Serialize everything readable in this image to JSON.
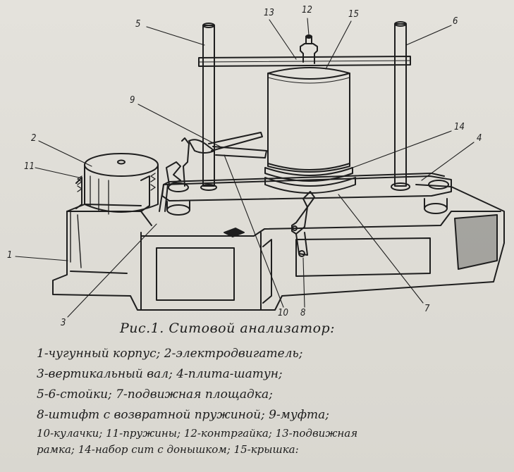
{
  "figure": {
    "callouts": [
      "1",
      "2",
      "3",
      "4",
      "5",
      "6",
      "7",
      "8",
      "9",
      "10",
      "11",
      "12",
      "13",
      "14",
      "15"
    ],
    "title": "Рис.1. Ситовой анализатор:",
    "legend_lines": [
      "1-чугунный корпус;   2-электродвигатель;",
      "3-вертикальный вал;  4-плита-шатун;",
      "5-6-стойки;  7-подвижная площадка;",
      "8-штифт с возвратной пружиной; 9-муфта;",
      "10-кулачки;  11-пружины; 12-контргайка; 13-подвижная",
      "рамка;  14-набор сит с донышком; 15-крышка:"
    ]
  }
}
